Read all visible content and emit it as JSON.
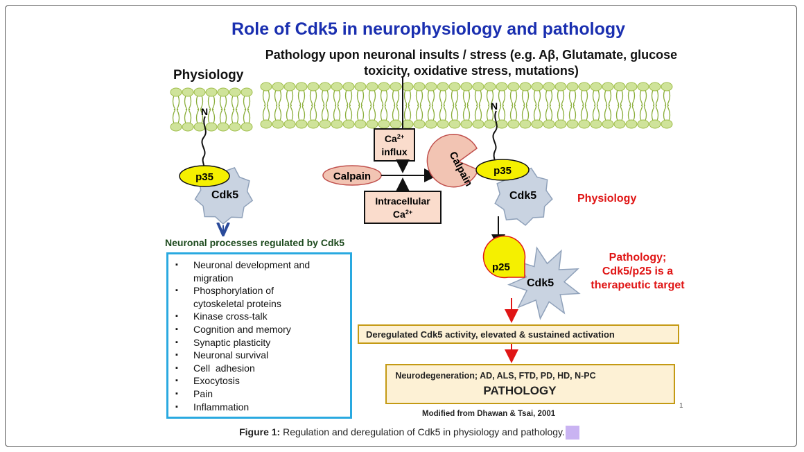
{
  "title": "Role of Cdk5 in neurophysiology and pathology",
  "pathology_heading": "Pathology upon neuronal insults / stress (e.g. Aβ, Glutamate, glucose toxicity, oxidative stress, mutations)",
  "physiology_heading": "Physiology",
  "n_terminal": "N",
  "left_complex": {
    "p35": "p35",
    "cdk5": "Cdk5"
  },
  "neuronal_heading": "Neuronal processes regulated by Cdk5",
  "processes": [
    "Neuronal development and migration",
    "Phosphorylation of cytoskeletal proteins",
    "Kinase cross-talk",
    "Cognition and memory",
    "Synaptic plasticity",
    "Neuronal survival",
    "Cell  adhesion",
    "Exocytosis",
    "Pain",
    "Inflammation"
  ],
  "calcium": {
    "influx_line1": "Ca",
    "influx_sup": "2+",
    "influx_line2": "influx",
    "intracellular_line1": "Intracellular",
    "intracellular_line2": "Ca",
    "intracellular_sup": "2+",
    "calpain_left": "Calpain",
    "calpain_pacman": "Calpain"
  },
  "right_complex": {
    "p35": "p35",
    "cdk5": "Cdk5",
    "label": "Physiology"
  },
  "patho_complex": {
    "p25": "p25",
    "cdk5": "Cdk5",
    "note": "Pathology; Cdk5/p25 is a therapeutic target"
  },
  "deregulated": "Deregulated Cdk5 activity, elevated & sustained activation",
  "neurodegeneration": "Neurodegeneration; AD, ALS, FTD, PD, HD, N-PC",
  "pathology": "PATHOLOGY",
  "credit": "Modified from Dhawan & Tsai, 2001",
  "caption_label": "Figure 1:",
  "caption_text": " Regulation and deregulation of Cdk5 in physiology and pathology.",
  "colors": {
    "title": "#1a2fb0",
    "membrane_head": "#cfe39a",
    "membrane_head_stroke": "#9fbd4a",
    "membrane_tail": "#8aae3a",
    "p35_fill": "#f5f000",
    "cdk5_fill": "#c9d3e1",
    "calpain_fill": "#f2c4b3",
    "calpain_stroke": "#c0504d",
    "box_fill": "#fadccc",
    "red_arrow": "#e01515",
    "pathology_box": "#fdf1d5",
    "list_border": "#29a9e0"
  }
}
